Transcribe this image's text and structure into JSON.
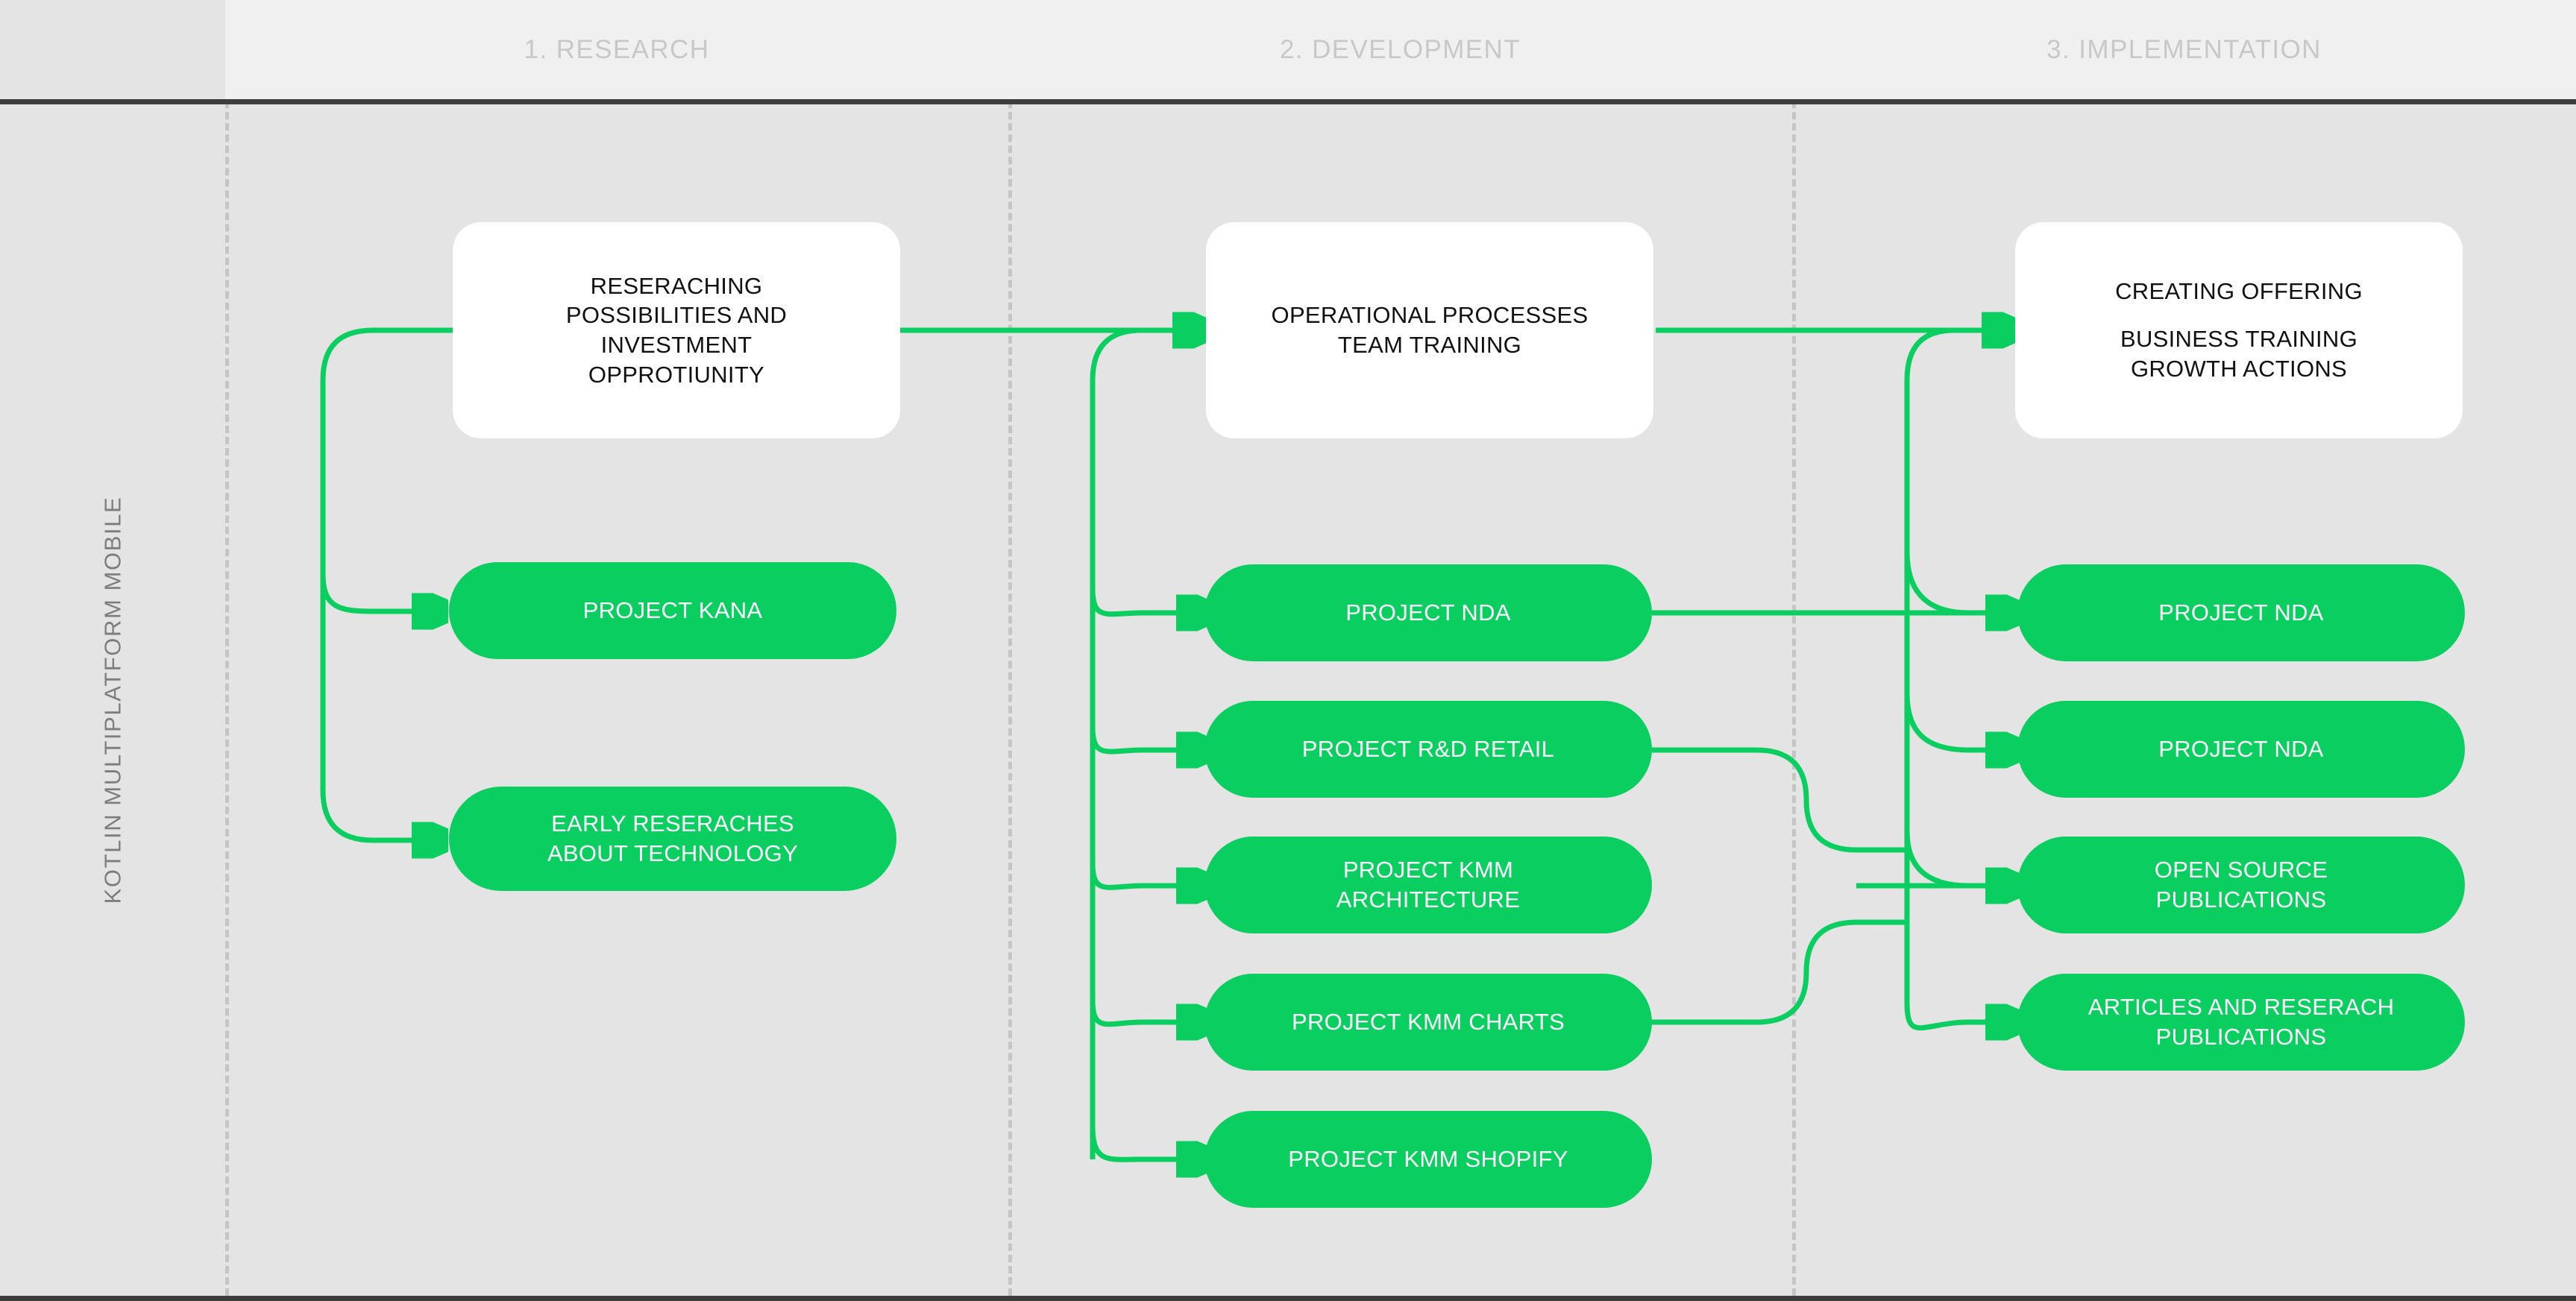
{
  "swimlane": {
    "label": "KOTLIN MULTIPLATFORM MOBILE"
  },
  "colors": {
    "accent_green": "#0ace5f",
    "canvas": "#e4e4e4",
    "header_band": "#f0f0f0",
    "header_text": "#c8c8c8",
    "lane_label_text": "#7d7d7d",
    "divider": "#c5c5c5",
    "rule": "#3d3d3d",
    "card_bg": "#ffffff",
    "card_text": "#111111",
    "pill_text": "#ffffff"
  },
  "header": {
    "phases": [
      {
        "label": "1. RESEARCH"
      },
      {
        "label": "2. DEVELOPMENT"
      },
      {
        "label": "3. IMPLEMENTATION"
      }
    ]
  },
  "columns": [
    {
      "phase": "1. RESEARCH",
      "card": {
        "lines": [
          "RESERACHING",
          "POSSIBILITIES AND",
          "INVESTMENT",
          "OPPROTIUNITY"
        ]
      },
      "items": [
        {
          "label": "PROJECT KANA"
        },
        {
          "label": "EARLY RESERACHES\nABOUT TECHNOLOGY"
        }
      ]
    },
    {
      "phase": "2. DEVELOPMENT",
      "card": {
        "lines": [
          "OPERATIONAL PROCESSES",
          "TEAM TRAINING"
        ]
      },
      "items": [
        {
          "label": "PROJECT NDA"
        },
        {
          "label": "PROJECT R&D RETAIL"
        },
        {
          "label": "PROJECT KMM\nARCHITECTURE"
        },
        {
          "label": "PROJECT KMM CHARTS"
        },
        {
          "label": "PROJECT KMM SHOPIFY"
        }
      ]
    },
    {
      "phase": "3. IMPLEMENTATION",
      "card": {
        "lines": [
          "CREATING OFFERING",
          "",
          "BUSINESS TRAINING",
          "GROWTH ACTIONS"
        ]
      },
      "items": [
        {
          "label": "PROJECT NDA"
        },
        {
          "label": "PROJECT NDA"
        },
        {
          "label": "OPEN SOURCE\nPUBLICATIONS"
        },
        {
          "label": "ARTICLES AND RESERACH\nPUBLICATIONS"
        }
      ]
    }
  ],
  "nodes": {
    "c1_card": "RESERACHING POSSIBILITIES AND INVESTMENT OPPROTIUNITY",
    "c1_l1": "RESERACHING",
    "c1_l2": "POSSIBILITIES AND",
    "c1_l3": "INVESTMENT",
    "c1_l4": "OPPROTIUNITY",
    "c1_p1": "PROJECT KANA",
    "c1_p2a": "EARLY RESERACHES",
    "c1_p2b": "ABOUT TECHNOLOGY",
    "c2_l1": "OPERATIONAL PROCESSES",
    "c2_l2": "TEAM TRAINING",
    "c2_p1": "PROJECT NDA",
    "c2_p2": "PROJECT R&D RETAIL",
    "c2_p3a": "PROJECT KMM",
    "c2_p3b": "ARCHITECTURE",
    "c2_p4": "PROJECT KMM CHARTS",
    "c2_p5": "PROJECT KMM SHOPIFY",
    "c3_l1": "CREATING OFFERING",
    "c3_l2": "BUSINESS TRAINING",
    "c3_l3": "GROWTH ACTIONS",
    "c3_p1": "PROJECT NDA",
    "c3_p2": "PROJECT NDA",
    "c3_p3a": "OPEN SOURCE",
    "c3_p3b": "PUBLICATIONS",
    "c3_p4a": "ARTICLES AND RESERACH",
    "c3_p4b": "PUBLICATIONS"
  }
}
